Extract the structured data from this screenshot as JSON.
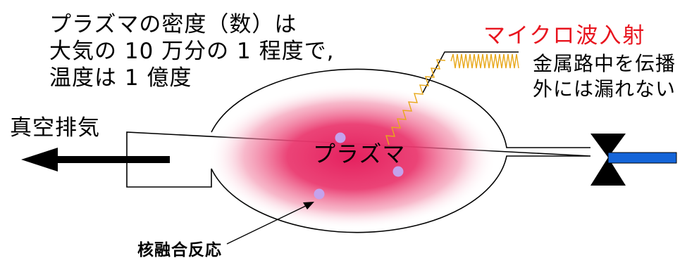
{
  "description_lines": [
    "プラズマの密度（数）は",
    "大気の 10 万分の 1 程度で,",
    "温度は 1 億度"
  ],
  "microwave": {
    "title": "マイクロ波入射",
    "note_lines": [
      "金属路中を伝播",
      "外には漏れない"
    ]
  },
  "labels": {
    "exhaust": "真空排気",
    "plasma": "プラズマ",
    "fusion": "核融合反応"
  },
  "colors": {
    "text": "#000000",
    "microwave_title": "#e8141e",
    "plasma": "#e8366a",
    "wave": "#e8a81a",
    "particle": "#c4a2ec",
    "valve_pipe": "#1565d8",
    "vessel_outline": "#000000"
  }
}
